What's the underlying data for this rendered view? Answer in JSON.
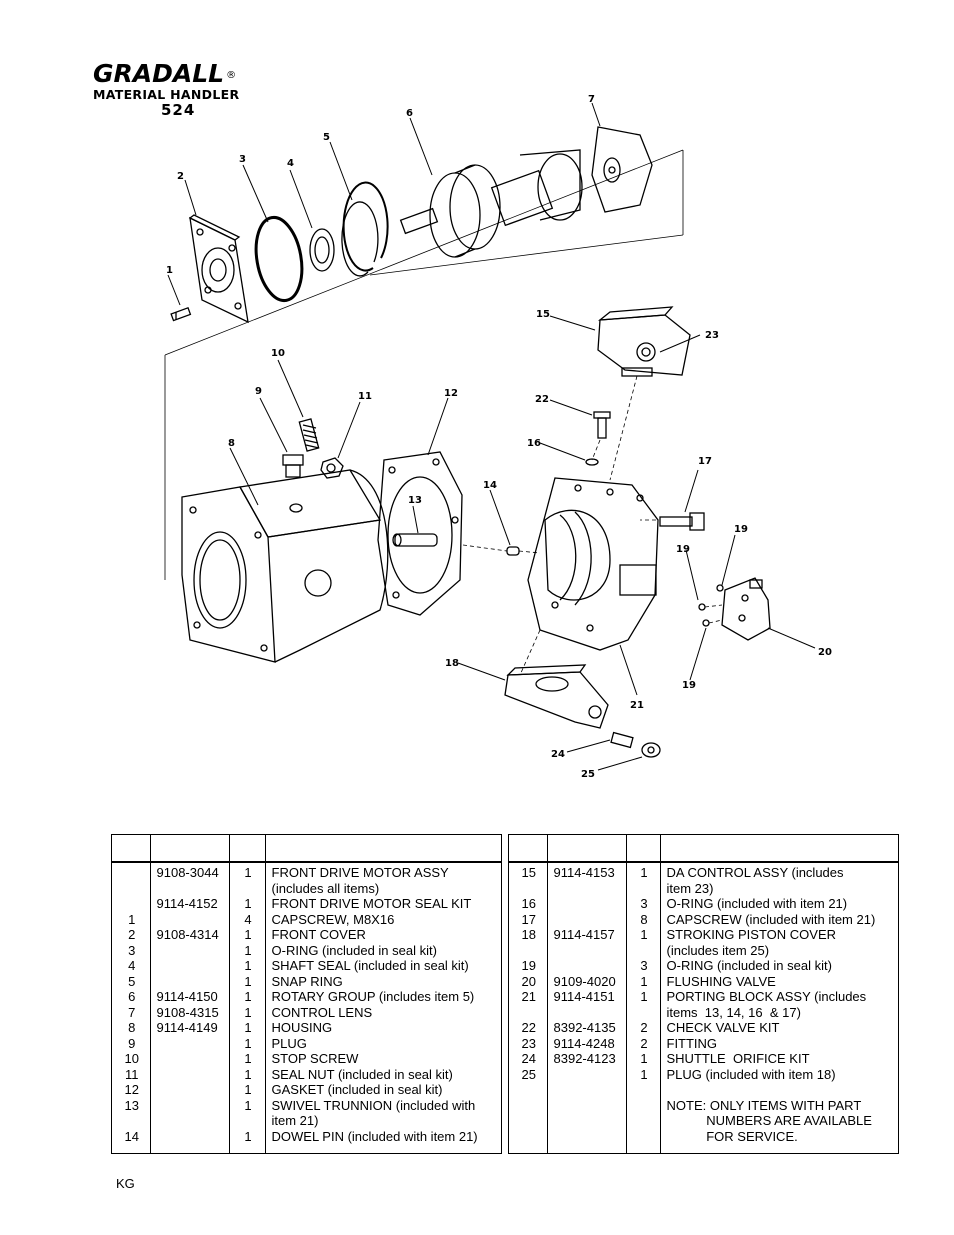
{
  "brand": {
    "name": "GRADALL",
    "registered_mark": "®",
    "subtitle": "MATERIAL HANDLER",
    "model": "524"
  },
  "callouts": [
    "1",
    "2",
    "3",
    "4",
    "5",
    "6",
    "7",
    "8",
    "9",
    "10",
    "11",
    "12",
    "13",
    "14",
    "15",
    "16",
    "17",
    "18",
    "19",
    "19",
    "19",
    "20",
    "21",
    "22",
    "23",
    "24",
    "25"
  ],
  "table_left": {
    "headers": [
      "",
      "",
      "",
      ""
    ],
    "rows": [
      {
        "item": "",
        "part": "9108-3044",
        "qty": "1",
        "desc": [
          "FRONT DRIVE MOTOR ASSY",
          "(includes all items)"
        ]
      },
      {
        "item": "",
        "part": "9114-4152",
        "qty": "1",
        "desc": [
          "FRONT DRIVE MOTOR SEAL KIT"
        ]
      },
      {
        "item": "1",
        "part": "",
        "qty": "4",
        "desc": [
          "CAPSCREW, M8X16"
        ]
      },
      {
        "item": "2",
        "part": "9108-4314",
        "qty": "1",
        "desc": [
          "FRONT COVER"
        ]
      },
      {
        "item": "3",
        "part": "",
        "qty": "1",
        "desc": [
          "O-RING (included in seal kit)"
        ]
      },
      {
        "item": "4",
        "part": "",
        "qty": "1",
        "desc": [
          "SHAFT SEAL (included in seal kit)"
        ]
      },
      {
        "item": "5",
        "part": "",
        "qty": "1",
        "desc": [
          "SNAP RING"
        ]
      },
      {
        "item": "6",
        "part": "9114-4150",
        "qty": "1",
        "desc": [
          "ROTARY GROUP (includes item 5)"
        ]
      },
      {
        "item": "7",
        "part": "9108-4315",
        "qty": "1",
        "desc": [
          "CONTROL LENS"
        ]
      },
      {
        "item": "8",
        "part": "9114-4149",
        "qty": "1",
        "desc": [
          "HOUSING"
        ]
      },
      {
        "item": "9",
        "part": "",
        "qty": "1",
        "desc": [
          "PLUG"
        ]
      },
      {
        "item": "10",
        "part": "",
        "qty": "1",
        "desc": [
          "STOP SCREW"
        ]
      },
      {
        "item": "11",
        "part": "",
        "qty": "1",
        "desc": [
          "SEAL NUT (included in seal kit)"
        ]
      },
      {
        "item": "12",
        "part": "",
        "qty": "1",
        "desc": [
          "GASKET (included in seal kit)"
        ]
      },
      {
        "item": "13",
        "part": "",
        "qty": "1",
        "desc": [
          "SWIVEL TRUNNION (included with",
          "item 21)"
        ]
      },
      {
        "item": "14",
        "part": "",
        "qty": "1",
        "desc": [
          "DOWEL PIN (included with item 21)"
        ]
      }
    ]
  },
  "table_right": {
    "headers": [
      "",
      "",
      "",
      ""
    ],
    "rows": [
      {
        "item": "15",
        "part": "9114-4153",
        "qty": "1",
        "desc": [
          "DA CONTROL ASSY (includes",
          "item 23)"
        ]
      },
      {
        "item": "16",
        "part": "",
        "qty": "3",
        "desc": [
          "O-RING (included with item 21)"
        ]
      },
      {
        "item": "17",
        "part": "",
        "qty": "8",
        "desc": [
          "CAPSCREW (included with item 21)"
        ]
      },
      {
        "item": "18",
        "part": "9114-4157",
        "qty": "1",
        "desc": [
          "STROKING PISTON COVER",
          "(includes item 25)"
        ]
      },
      {
        "item": "19",
        "part": "",
        "qty": "3",
        "desc": [
          "O-RING (included in seal kit)"
        ]
      },
      {
        "item": "20",
        "part": "9109-4020",
        "qty": "1",
        "desc": [
          "FLUSHING VALVE"
        ]
      },
      {
        "item": "21",
        "part": "9114-4151",
        "qty": "1",
        "desc": [
          "PORTING BLOCK ASSY (includes",
          "items  13, 14, 16  & 17)"
        ]
      },
      {
        "item": "22",
        "part": "8392-4135",
        "qty": "2",
        "desc": [
          "CHECK VALVE KIT"
        ]
      },
      {
        "item": "23",
        "part": "9114-4248",
        "qty": "2",
        "desc": [
          "FITTING"
        ]
      },
      {
        "item": "24",
        "part": "8392-4123",
        "qty": "1",
        "desc": [
          "SHUTTLE  ORIFICE KIT"
        ]
      },
      {
        "item": "25",
        "part": "",
        "qty": "1",
        "desc": [
          "PLUG (included with item 18)",
          "",
          "NOTE: ONLY ITEMS WITH PART",
          "           NUMBERS ARE AVAILABLE",
          "           FOR SERVICE."
        ]
      }
    ]
  },
  "footer": {
    "code": "KG"
  }
}
